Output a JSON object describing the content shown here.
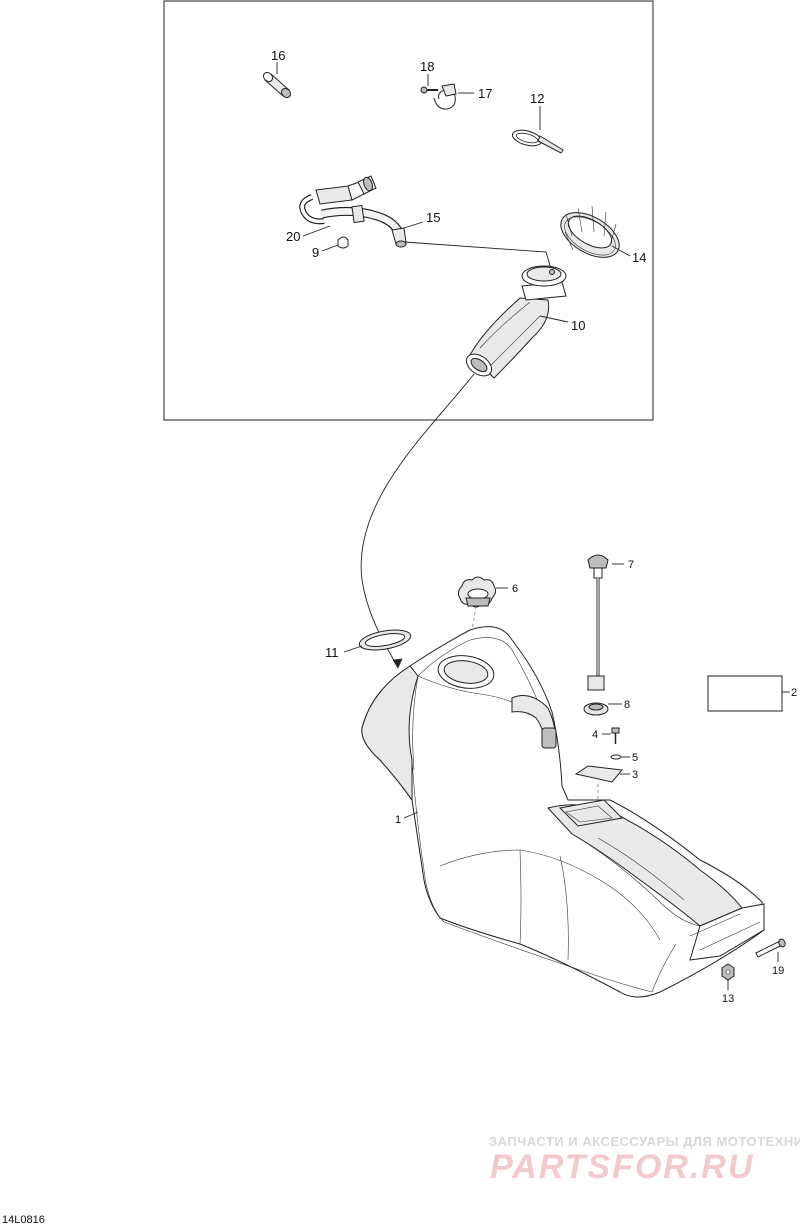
{
  "diagram_code": "14L0816",
  "callouts": {
    "c1": "1",
    "c2": "2",
    "c3": "3",
    "c4": "4",
    "c5": "5",
    "c6": "6",
    "c7": "7",
    "c8": "8",
    "c9": "9",
    "c10": "10",
    "c11": "11",
    "c12": "12",
    "c13": "13",
    "c14": "14",
    "c15": "15",
    "c16": "16",
    "c17": "17",
    "c18": "18",
    "c19": "19",
    "c20": "20"
  },
  "watermark": {
    "line1": "ЗАПЧАСТИ И АКСЕССУАРЫ ДЛЯ МОТОТЕХНИКИ",
    "line2": "PARTSFOR.RU"
  },
  "colors": {
    "line": "#222222",
    "watermark_red": "#f2c9cc",
    "watermark_grey": "#d7d7d7"
  }
}
